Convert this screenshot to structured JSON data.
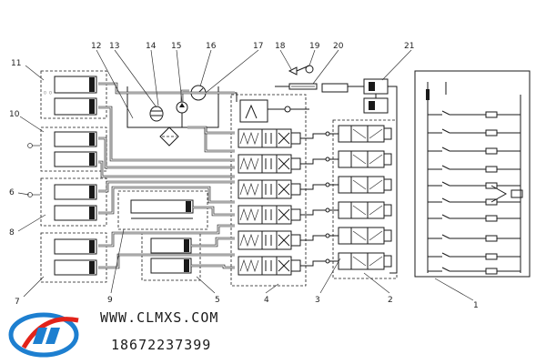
{
  "watermark": {
    "url": "WWW.CLMXS.COM",
    "phone": "18672237399",
    "logo_colors": {
      "red": "#e2231a",
      "blue": "#1d7fd0"
    }
  },
  "callouts": {
    "n1": "1",
    "n2": "2",
    "n3": "3",
    "n4": "4",
    "n5": "5",
    "n6": "6",
    "n7": "7",
    "n8": "8",
    "n9": "9",
    "n10": "10",
    "n11": "11",
    "n12": "12",
    "n13": "13",
    "n14": "14",
    "n15": "15",
    "n16": "16",
    "n17": "17",
    "n18": "18",
    "n19": "19",
    "n20": "20",
    "n21": "21"
  },
  "colors": {
    "line": "#1a1a1a",
    "background": "#ffffff"
  }
}
